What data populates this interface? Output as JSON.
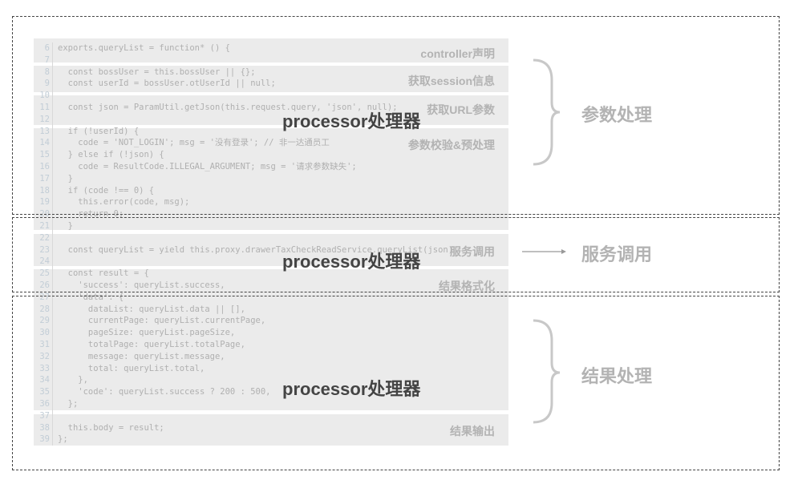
{
  "code_lines": [
    {
      "n": "6",
      "text": "exports.queryList = function* () {"
    },
    {
      "n": "7",
      "text": ""
    },
    {
      "n": "8",
      "text": "  const bossUser = this.bossUser || {};"
    },
    {
      "n": "9",
      "text": "  const userId = bossUser.otUserId || null;"
    },
    {
      "n": "10",
      "text": ""
    },
    {
      "n": "11",
      "text": "  const json = ParamUtil.getJson(this.request.query, 'json', null);"
    },
    {
      "n": "12",
      "text": ""
    },
    {
      "n": "13",
      "text": "  if (!userId) {"
    },
    {
      "n": "14",
      "text": "    code = 'NOT_LOGIN'; msg = '没有登录'; // 非一达通员工"
    },
    {
      "n": "15",
      "text": "  } else if (!json) {"
    },
    {
      "n": "16",
      "text": "    code = ResultCode.ILLEGAL_ARGUMENT; msg = '请求参数缺失';"
    },
    {
      "n": "17",
      "text": "  }"
    },
    {
      "n": "18",
      "text": "  if (code !== 0) {"
    },
    {
      "n": "19",
      "text": "    this.error(code, msg);"
    },
    {
      "n": "20",
      "text": "    return 0;"
    },
    {
      "n": "21",
      "text": "  }"
    },
    {
      "n": "22",
      "text": ""
    },
    {
      "n": "23",
      "text": "  const queryList = yield this.proxy.drawerTaxCheckReadService.queryList(json);"
    },
    {
      "n": "24",
      "text": ""
    },
    {
      "n": "25",
      "text": "  const result = {"
    },
    {
      "n": "26",
      "text": "    'success': queryList.success,"
    },
    {
      "n": "27",
      "text": "    'data': {"
    },
    {
      "n": "28",
      "text": "      dataList: queryList.data || [],"
    },
    {
      "n": "29",
      "text": "      currentPage: queryList.currentPage,"
    },
    {
      "n": "30",
      "text": "      pageSize: queryList.pageSize,"
    },
    {
      "n": "31",
      "text": "      totalPage: queryList.totalPage,"
    },
    {
      "n": "32",
      "text": "      message: queryList.message,"
    },
    {
      "n": "33",
      "text": "      total: queryList.total,"
    },
    {
      "n": "34",
      "text": "    },"
    },
    {
      "n": "35",
      "text": "    'code': queryList.success ? 200 : 500,"
    },
    {
      "n": "36",
      "text": "  };"
    },
    {
      "n": "37",
      "text": ""
    },
    {
      "n": "38",
      "text": "  this.body = result;"
    },
    {
      "n": "39",
      "text": "};"
    }
  ],
  "segment_labels": [
    "controller声明",
    "获取session信息",
    "获取URL参数",
    "参数校验&预处理",
    "服务调用",
    "结果格式化",
    "结果输出"
  ],
  "processor_label": "processor处理器",
  "stages": {
    "params": "参数处理",
    "service": "服务调用",
    "result": "结果处理"
  }
}
